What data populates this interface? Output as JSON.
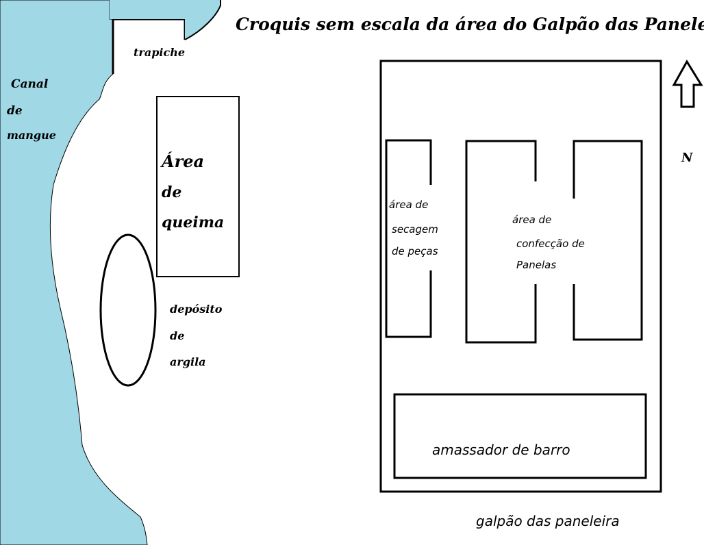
{
  "title": "Croquis sem escala da área do Galpão das Paneleiras",
  "colors": {
    "water": "#a0d8e6",
    "ink": "#000000",
    "background": "#ffffff"
  },
  "labels": {
    "trapiche": "trapiche",
    "canal_line1": "Canal",
    "canal_line2": "de",
    "canal_line3": "mangue",
    "queima_line1": "Área",
    "queima_line2": "de",
    "queima_line3": "queima",
    "argila_line1": "depósito",
    "argila_line2": "de",
    "argila_line3": "argila",
    "secagem_line1": "área de",
    "secagem_line2": "secagem",
    "secagem_line3": "de peças",
    "confeccao_line1": "área de",
    "confeccao_line2": "confecção de",
    "confeccao_line3": "Panelas",
    "amassador": "amassador de barro",
    "galpao": "galpão das paneleira",
    "north": "N"
  },
  "icons": {
    "north_arrow": "north-arrow-icon"
  }
}
